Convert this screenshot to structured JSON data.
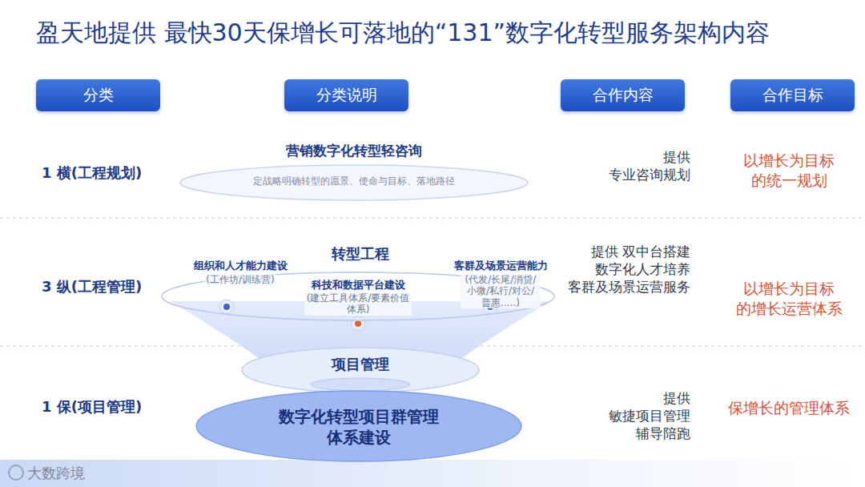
{
  "diagram": {
    "title": "盈天地提供 最快30天保增长可落地的“131”数字化转型服务架构内容",
    "nodes": [
      {
        "text": [
          "分类"
        ]
      },
      {
        "text": [
          "分类说明"
        ]
      },
      {
        "text": [
          "合作内容"
        ]
      },
      {
        "text": [
          "合作目标"
        ]
      },
      {
        "text": [
          "营销数字化转型轻咨询",
          "定战略明确转型的愿景、使命与目标、落地路径"
        ]
      },
      {
        "text": [
          "转型工程",
          "组织和人才能力建设",
          "(工作坊/训练营)",
          "科技和数据平台建设",
          "(建立工具体系/要素价值体系)",
          "客群及场景运营能力",
          "(代发/长尾/消贷/小微/私行/对公/普惠.....)"
        ]
      },
      {
        "text": [
          "项目管理"
        ]
      },
      {
        "text": [
          "数字化转型项目群管理 体系建设"
        ]
      }
    ],
    "labels": [
      "1 横(工程规划)",
      "提供 专业咨询规划",
      "以增长为目标 的统一规划",
      "3 纵(工程管理)",
      "提供 双中台搭建 数字化人才培养 客群及场景运营服务",
      "以增长为目标 的增长运营体系",
      "1 保(项目管理)",
      "提供 敏捷项目管理 辅导陪跑",
      "保增长的管理体系",
      "大数跨境"
    ]
  }
}
